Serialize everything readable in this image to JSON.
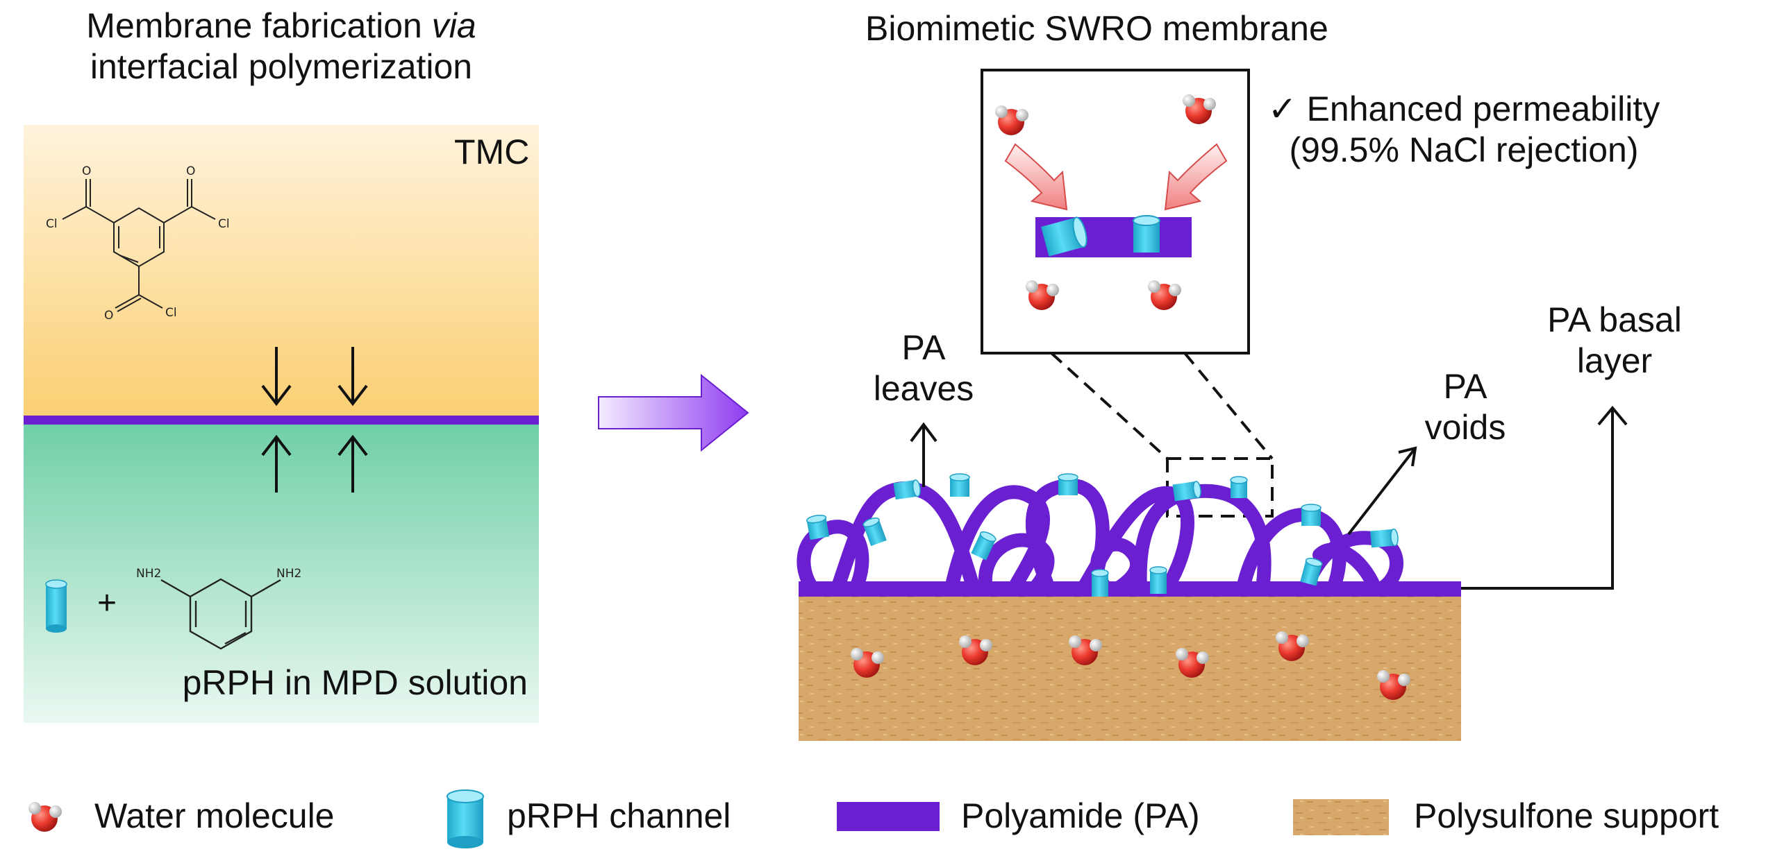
{
  "left_panel": {
    "title_line1_a": "Membrane fabrication ",
    "title_line1_b": "via",
    "title_line2": "interfacial polymerization",
    "tmc_label": "TMC",
    "tmc_atom_label": "Cl",
    "mpd_atom_label": "NH2",
    "plus_sign": "+",
    "solution_label": "pRPH in MPD solution"
  },
  "right_panel": {
    "title": "Biomimetic SWRO membrane",
    "benefit_line1": "✓ Enhanced permeability",
    "benefit_line2": "(99.5% NaCl rejection)",
    "pa_leaves_line1": "PA",
    "pa_leaves_line2": "leaves",
    "pa_voids_line1": "PA",
    "pa_voids_line2": "voids",
    "pa_basal_line1": "PA basal",
    "pa_basal_line2": "layer"
  },
  "legend": {
    "water": "Water molecule",
    "channel": "pRPH channel",
    "polyamide": "Polyamide (PA)",
    "support": "Polysulfone support"
  },
  "colors": {
    "polyamide": "#6a1fd1",
    "channel": "#38c9e8",
    "tmc_phase": "#fbd88e",
    "mpd_phase": "#6fcfa6",
    "support": "#d7a365",
    "water_oxygen": "#e8322e"
  }
}
